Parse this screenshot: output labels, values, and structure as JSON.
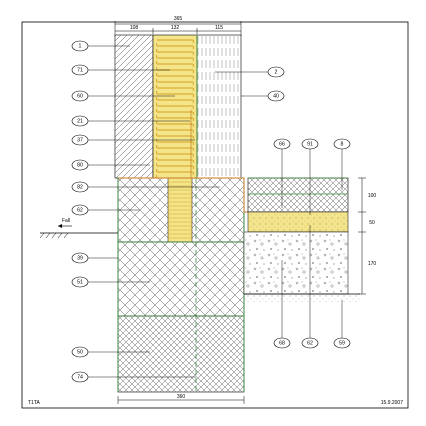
{
  "dimensions": {
    "top_total": "365",
    "top_segments": [
      "108",
      "132",
      "115"
    ],
    "bottom_total": "360",
    "right_segments": [
      "100",
      "50",
      "170"
    ]
  },
  "callouts_left": [
    "1",
    "71",
    "60",
    "21",
    "37",
    "80",
    "82",
    "62",
    "39",
    "51",
    "50",
    "74"
  ],
  "callouts_right": [
    "2",
    "40"
  ],
  "callouts_top": [
    "66",
    "91",
    "8"
  ],
  "callouts_bottom": [
    "68",
    "62",
    "59"
  ],
  "ground_label": "Fall",
  "footer": {
    "left_label": "T1TA",
    "right_date": "15.9.2007"
  },
  "colors": {
    "insulation": "#f4e58a",
    "insulation_line": "#d4a020",
    "green_line": "#3a8a3a",
    "orange_line": "#c87a20",
    "line": "#000000"
  }
}
